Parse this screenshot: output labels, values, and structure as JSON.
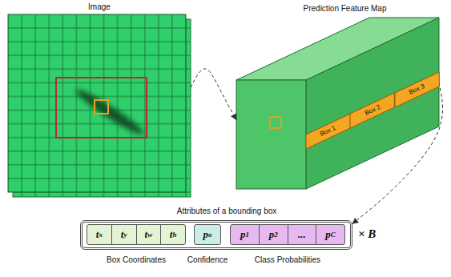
{
  "diagram": {
    "nodes": [
      {
        "text": [
          "Image"
        ]
      },
      {
        "text": [
          "Prediction Feature Map"
        ]
      },
      {
        "text": [
          "Box 1"
        ],
        "in": 1
      },
      {
        "text": [
          "Box 2"
        ],
        "in": 1
      },
      {
        "text": [
          "Box 3"
        ],
        "in": 1
      },
      {
        "text": [
          "Attributes of a bounding box"
        ]
      },
      {
        "text": [
          "tx",
          "ty",
          "tw",
          "th",
          "Box Coordinates"
        ],
        "in": 5
      },
      {
        "text": [
          "po",
          "Confidence"
        ],
        "in": 5
      },
      {
        "text": [
          "p1",
          "p2",
          "...",
          "pC",
          "Class Probabilities"
        ],
        "in": 5
      }
    ],
    "edges": [
      {
        "from": 0,
        "to": 1,
        "arrow": "to"
      },
      {
        "from": 4,
        "to": 5,
        "arrow": "to"
      }
    ],
    "labels": [
      "× B"
    ]
  }
}
